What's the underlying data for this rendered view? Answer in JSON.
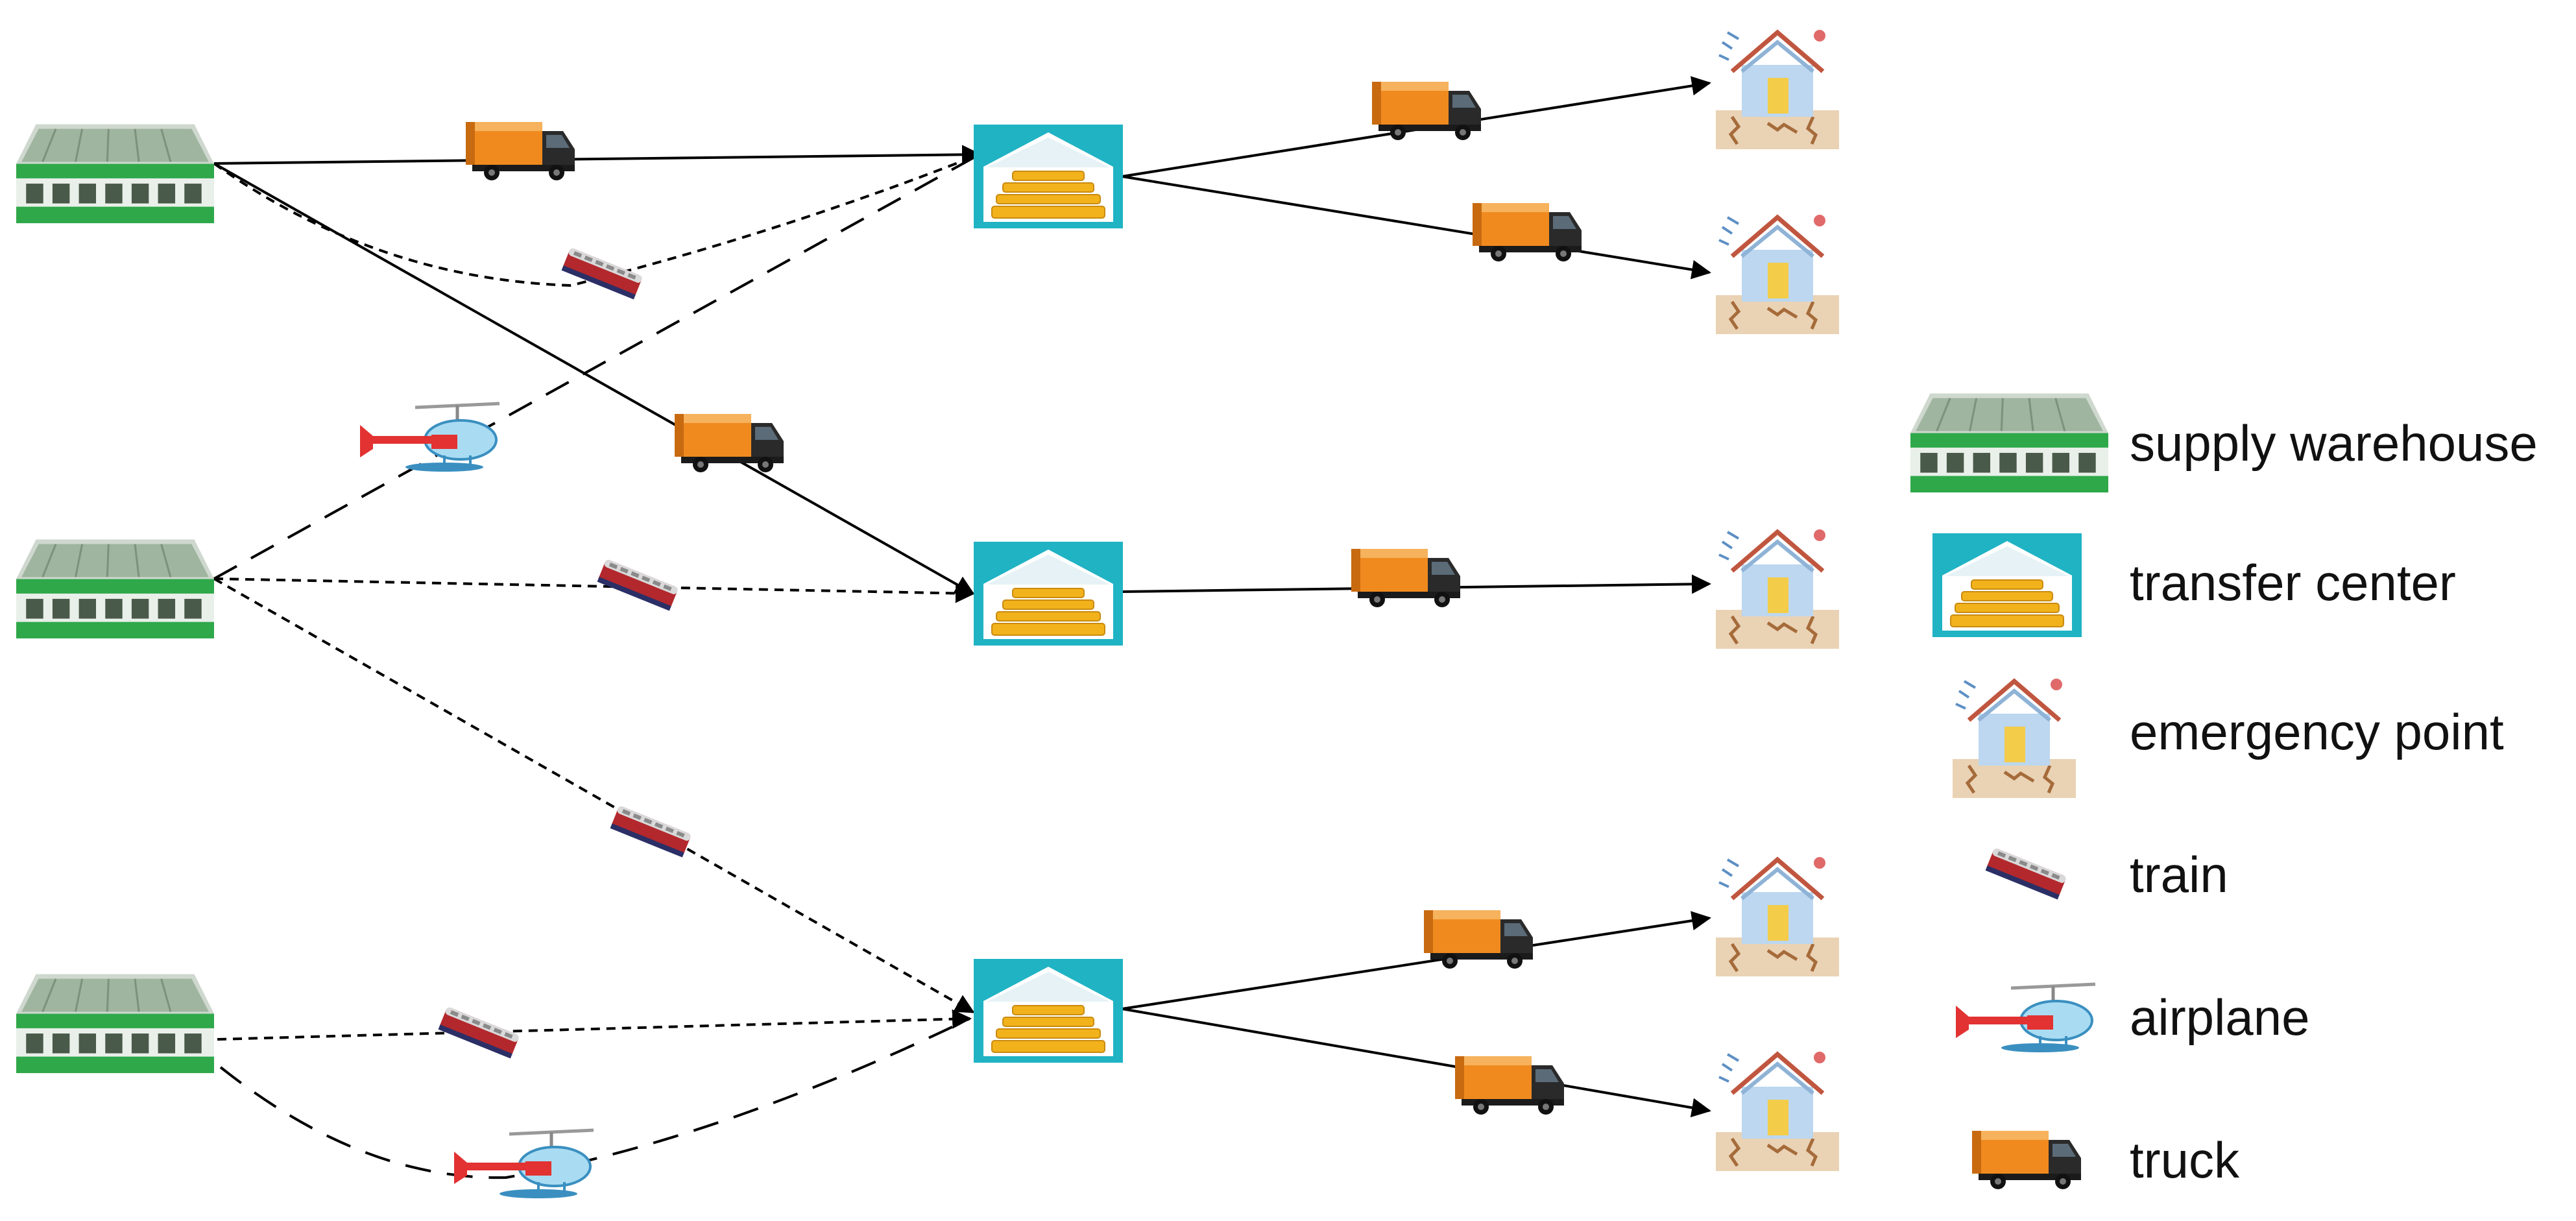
{
  "legend": {
    "supply_warehouse": "supply warehouse",
    "transfer_center": "transfer center",
    "emergency_point": "emergency point",
    "train": "train",
    "airplane": "airplane",
    "truck": "truck"
  },
  "line_styles": {
    "truck": "solid",
    "train": "short-dash",
    "airplane": "long-dash"
  },
  "colors": {
    "warehouse_green": "#2fa84a",
    "transfer_teal": "#1fb3c4",
    "transfer_goods": "#f2b21b",
    "emergency_blue": "#bcd7ef",
    "emergency_ground": "#ead2b4",
    "truck_orange": "#f08a1f",
    "train_red": "#b3282d",
    "airplane_red": "#e23232"
  },
  "icons": {
    "supply_warehouse": "warehouse-icon",
    "transfer_center": "transfer-center-icon",
    "emergency_point": "emergency-point-icon",
    "train": "train-icon",
    "airplane": "airplane-icon",
    "truck": "truck-icon"
  }
}
